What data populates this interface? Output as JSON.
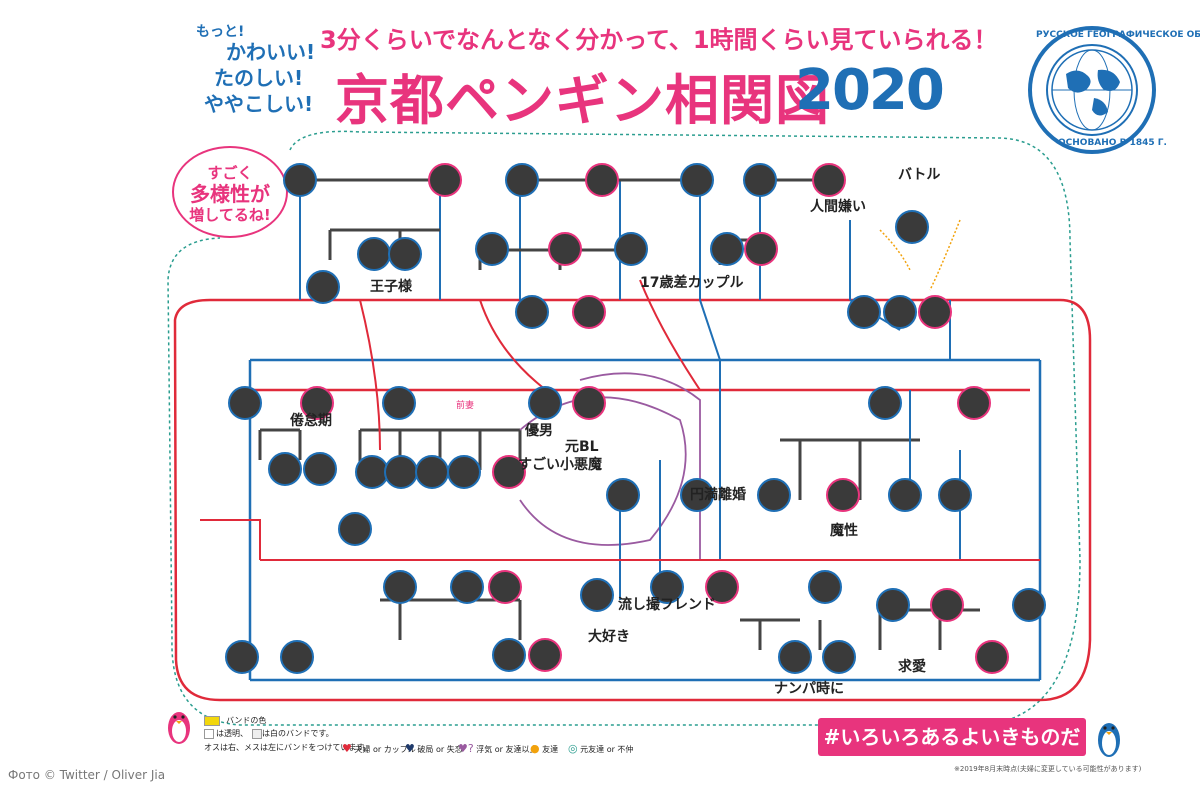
{
  "header": {
    "subtitle": "3分くらいでなんとなく分かって、1時間くらい見ていられる！",
    "title": "京都ペンギン相関図",
    "year": "2020",
    "side_catch": [
      "もっと!",
      "かわいい!",
      "たのしい!",
      "ややこしい!"
    ]
  },
  "seal": {
    "top_text": "РУССКОЕ ГЕОГРАФИЧЕСКОЕ ОБЩЕСТВО",
    "bottom_text": "ОСНОВАНО В 1845 Г."
  },
  "speech_bubble": {
    "lines": [
      "すごく",
      "多様性が",
      "増してるね!"
    ]
  },
  "highlights": [
    "元BL",
    "17歳差カップル",
    "円満離婚",
    "魔性",
    "優男",
    "すごい小悪魔",
    "大好き",
    "バトル",
    "前妻",
    "王子様",
    "流し撮フレンド",
    "人間嫌い",
    "ナンパ時に",
    "倦怠期",
    "求愛"
  ],
  "legend": {
    "band_note": "バンドの色",
    "band_desc1": "は透明、",
    "band_desc2": "は白のバンドです。",
    "band_desc3": "オスは右、メスは左にバンドをつけています。",
    "items": [
      {
        "icon": "heart-red",
        "label": "夫婦 or カップル"
      },
      {
        "icon": "heart-broken",
        "label": "破局 or 失恋"
      },
      {
        "icon": "heart-question",
        "label": "浮気 or 友達以上"
      },
      {
        "icon": "heart-friend",
        "label": "友達"
      },
      {
        "icon": "heart-dotted",
        "label": "元友達 or 不仲"
      }
    ]
  },
  "hashtag": "#いろいろあるよいきものだもの",
  "footnote": "※2019年8月末時点(夫婦に変更している可能性があります)",
  "credit": "Фото © Twitter / Oliver Jia",
  "colors": {
    "pink": "#e8347d",
    "blue": "#1f6fb5",
    "red": "#e02a3a",
    "purple": "#9a5aa0",
    "green": "#2a9d8f"
  }
}
